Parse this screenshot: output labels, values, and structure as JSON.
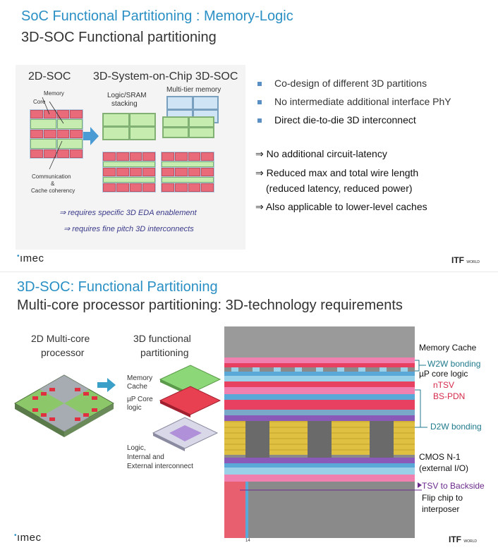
{
  "slide1": {
    "title": "SoC Functional Partitioning : Memory-Logic",
    "subtitle": "3D-SOC Functional partitioning",
    "diagram": {
      "label_2d": "2D-SOC",
      "label_3d": "3D-System-on-Chip 3D-SOC",
      "memory": "Memory",
      "core": "Core",
      "logic_sram": "Logic/SRAM",
      "stacking": "stacking",
      "multi_tier": "Multi-tier memory",
      "communication": "Communication",
      "amp": "&",
      "cache_coherency": "Cache coherency",
      "req1": "⇒ requires specific 3D EDA enablement",
      "req2": "⇒ requires fine pitch 3D interconnects"
    },
    "bullets": [
      "Co-design of different 3D partitions",
      "No intermediate additional interface PhY",
      "Direct die-to-die 3D interconnect"
    ],
    "implications": [
      "⇒ No additional circuit-latency",
      "⇒ Reduced max and total wire length",
      "(reduced latency, reduced power)",
      "⇒ Also applicable to lower-level caches"
    ],
    "logo": "ımec",
    "itf": "ITF",
    "itf_world": "WORLD"
  },
  "slide2": {
    "title": "3D-SOC: Functional Partitioning",
    "subtitle": "Multi-core processor partitioning:  3D-technology requirements",
    "left_title_1": "2D Multi-core",
    "left_title_2": "processor",
    "mid_title_1": "3D functional",
    "mid_title_2": "partitioning",
    "memory_cache_1": "Memory",
    "memory_cache_2": "Cache",
    "core_logic_1": "µP Core",
    "core_logic_2": "logic",
    "logic_1": "Logic,",
    "logic_2": "Internal and",
    "logic_3": "External interconnect",
    "right_labels": {
      "memory_cache": "Memory Cache",
      "w2w": "W2W bonding",
      "up_core": "µP core logic",
      "ntsv": "nTSV",
      "bspdn": "BS-PDN",
      "d2w": "D2W bonding",
      "cmos": "CMOS N-1",
      "external": "(external I/O)",
      "tsv_backside": "TSV to Backside",
      "flip_chip": "Flip chip to",
      "interposer": "interposer"
    },
    "logo": "ımec",
    "itf": "ITF",
    "itf_world": "WORLD",
    "page_num": "14"
  },
  "colors": {
    "title_blue": "#2a8fc4",
    "teal": "#1f7a8c",
    "red": "#d6294a",
    "purple": "#6a2a8c",
    "memory_red": "#e96b7a",
    "logic_green": "#c6ecb0",
    "multi_blue": "#cfe4f4"
  }
}
